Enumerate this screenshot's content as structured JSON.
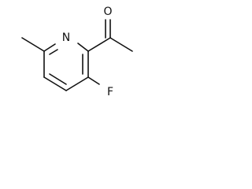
{
  "molecule": {
    "atoms": {
      "nitrogen": "N",
      "oxygen": "O",
      "fluorine": "F"
    }
  }
}
